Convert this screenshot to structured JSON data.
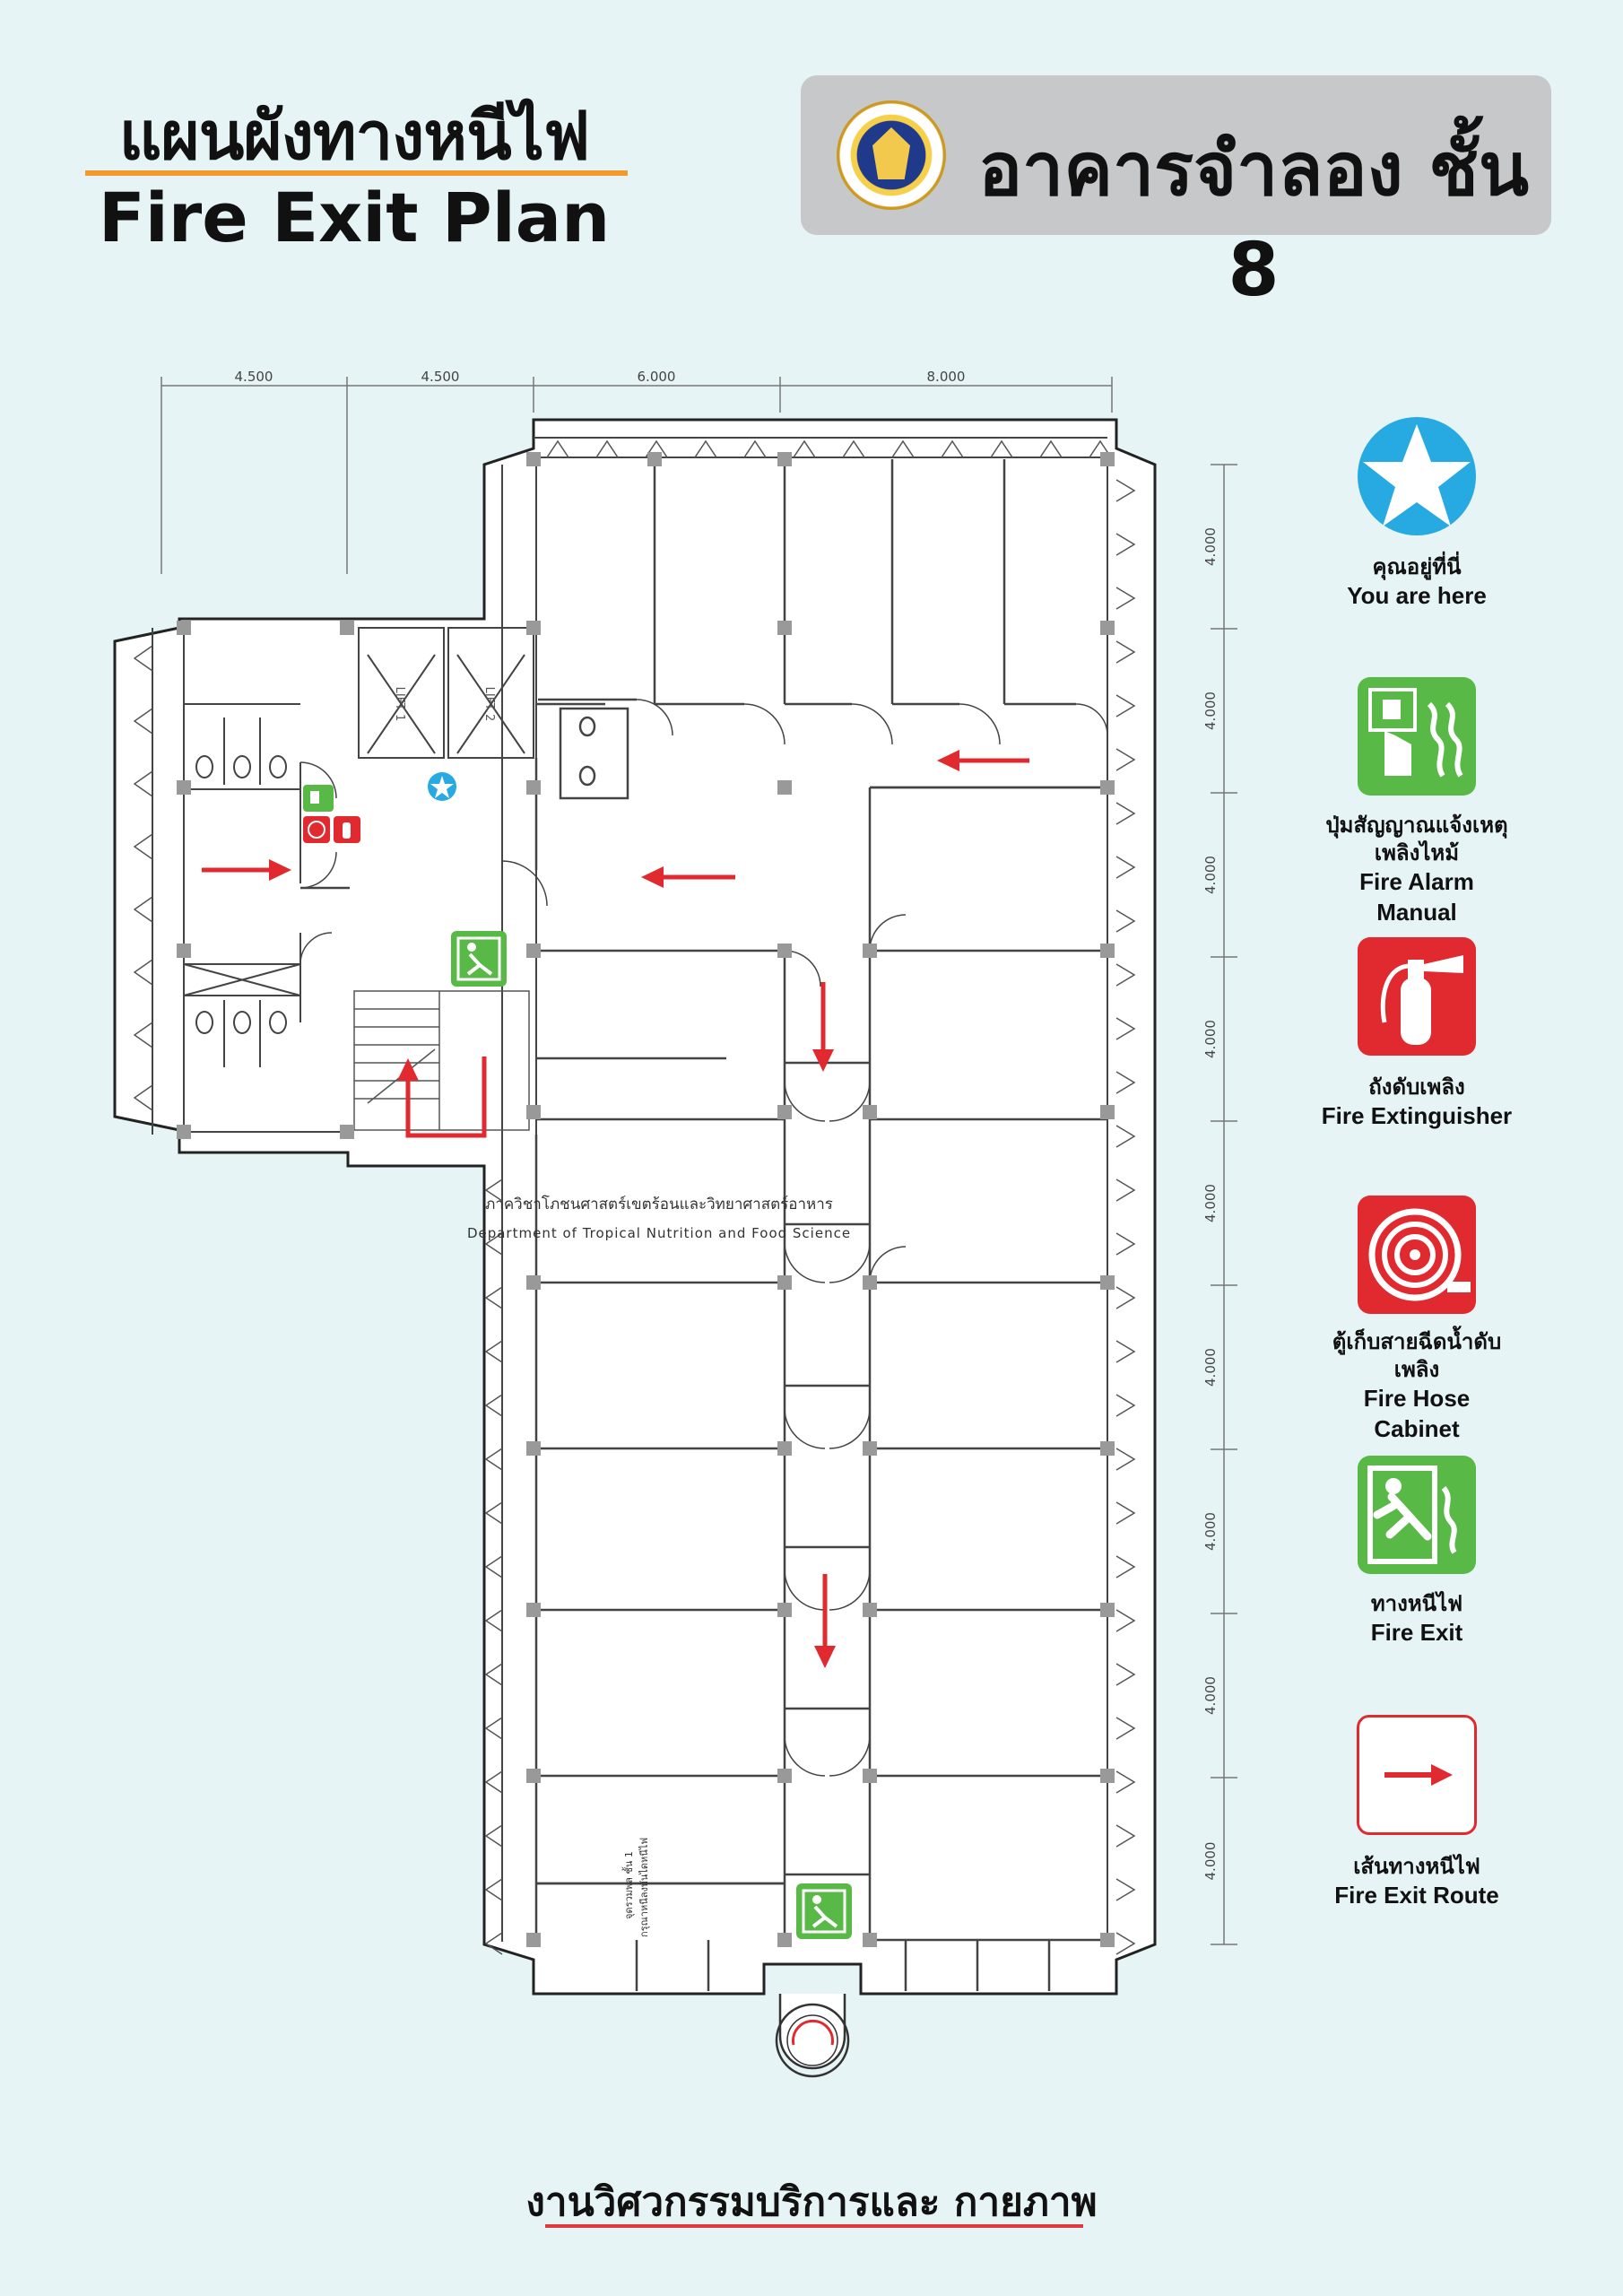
{
  "header": {
    "title_th": "แผนผังทางหนีไฟ",
    "title_en": "Fire Exit Plan",
    "building_title": "อาคารจำลอง ชั้น 8"
  },
  "dimensions": {
    "horizontal": [
      "4.500",
      "4.500",
      "6.000",
      "8.000"
    ],
    "vertical": [
      "4.000",
      "4.000",
      "4.000",
      "4.000",
      "4.000",
      "4.000",
      "4.000",
      "4.000",
      "4.000"
    ]
  },
  "plan": {
    "lift_labels": [
      "LIFT 1",
      "LIFT 2"
    ],
    "department_th": "ภาควิชาโภชนศาสตร์เขตร้อนและวิทยาศาสตร์อาหาร",
    "department_en": "Department of Tropical Nutrition and Food Science",
    "assembly_note_1": "จุดรวมพล ชั้น 1",
    "assembly_note_2": "กรุณาหนีลงบันไดหนีไฟ"
  },
  "legend": [
    {
      "icon": "star-icon",
      "label_th": "คุณอยู่ที่นี่",
      "label_en": "You are here"
    },
    {
      "icon": "fire-alarm-icon",
      "label_th": "ปุ่มสัญญาณแจ้งเหตุเพลิงไหม้",
      "label_en": "Fire Alarm Manual"
    },
    {
      "icon": "fire-extinguisher-icon",
      "label_th": "ถังดับเพลิง",
      "label_en": "Fire Extinguisher"
    },
    {
      "icon": "fire-hose-icon",
      "label_th": "ตู้เก็บสายฉีดน้ำดับเพลิง",
      "label_en": "Fire Hose Cabinet"
    },
    {
      "icon": "fire-exit-icon",
      "label_th": "ทางหนีไฟ",
      "label_en": "Fire Exit"
    },
    {
      "icon": "arrow-right-icon",
      "label_th": "เส้นทางหนีไฟ",
      "label_en": "Fire Exit Route"
    }
  ],
  "footer": {
    "text": "งานวิศวกรรมบริการและ กายภาพ"
  },
  "colors": {
    "background": "#e6f4f6",
    "accent_orange": "#f29a2e",
    "route_red": "#e02a2f",
    "exit_green": "#58b947",
    "star_blue": "#27a9e1"
  }
}
